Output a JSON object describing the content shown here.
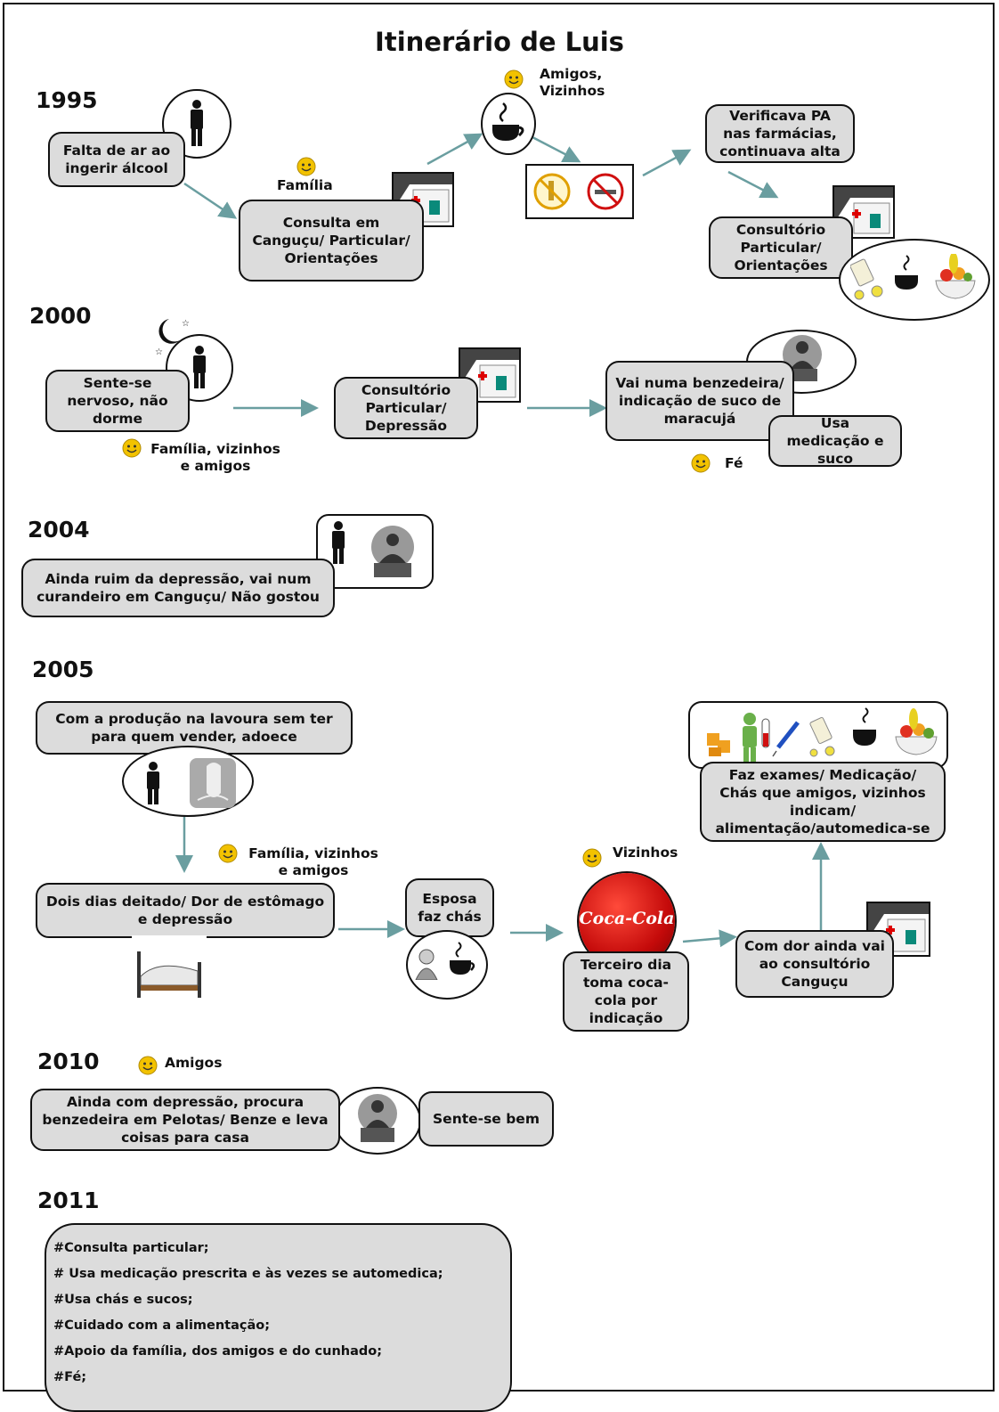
{
  "title": "Itinerário de Luis",
  "years": [
    "1995",
    "2000",
    "2004",
    "2005",
    "2010",
    "2011"
  ],
  "boxes": {
    "falta_ar": "Falta de ar ao ingerir álcool",
    "consulta_cangucu": "Consulta em Canguçu/ Particular/ Orientações",
    "verificava_pa": "Verificava PA nas farmácias, continuava alta",
    "consultorio_orientacoes": "Consultório Particular/ Orientações",
    "sente_nervoso": "Sente-se nervoso, não dorme",
    "consultorio_depressao": "Consultório Particular/ Depressão",
    "benzedeira": "Vai numa benzedeira/ indicação de suco de maracujá",
    "usa_medicacao": "Usa medicação e suco",
    "curandeiro": "Ainda ruim da depressão, vai num curandeiro em Canguçu/ Não gostou",
    "producao": "Com a produção na lavoura sem ter para quem vender, adoece",
    "dois_dias": "Dois dias deitado/ Dor de estômago e depressão",
    "esposa": "Esposa faz chás",
    "terceiro_dia": "Terceiro dia toma coca-cola por indicação",
    "dor_ainda": "Com dor ainda vai ao consultório Canguçu",
    "exames": "Faz exames/ Medicação/ Chás que amigos, vizinhos indicam/ alimentação/automedica-se",
    "benzedeira_pelotas": "Ainda com depressão, procura benzedeira em Pelotas/ Benze e leva coisas para casa",
    "sente_bem": "Sente-se bem"
  },
  "notes": {
    "familia_1995": "Família",
    "amigos_vizinhos_1995": "Amigos, Vizinhos",
    "familia_vizinhos_amigos_2000": "Família, vizinhos e amigos",
    "fe_2000": "Fé",
    "familia_vizinhos_amigos_2005": "Família, vizinhos e amigos",
    "vizinhos_2005": "Vizinhos",
    "amigos_2010": "Amigos"
  },
  "summary_2011": [
    "#Consulta particular;",
    "# Usa medicação prescrita e às vezes se automedica;",
    "#Usa chás e sucos;",
    "#Cuidado com a alimentação;",
    "#Apoio da família, dos amigos e do cunhado;",
    "#Fé;"
  ],
  "coca_cola_logo": "Coca-Cola",
  "colors": {
    "arrow": "#6a9ea0",
    "box_fill": "#dcdcdc",
    "smiley": "#f2c200"
  }
}
